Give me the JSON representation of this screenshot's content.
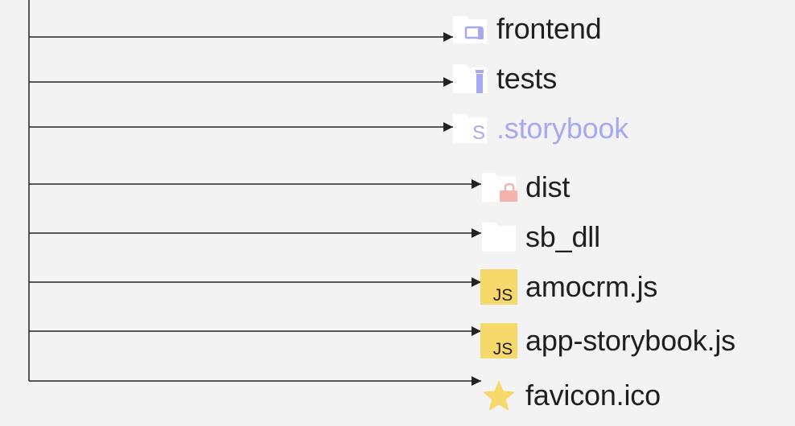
{
  "tree": {
    "items": [
      {
        "label": "frontend",
        "kind": "folder",
        "icon": "folder-frontend-icon",
        "depth": 0,
        "color": "#1f1f1f"
      },
      {
        "label": "tests",
        "kind": "folder",
        "icon": "folder-tests-icon",
        "depth": 0,
        "color": "#1f1f1f"
      },
      {
        "label": ".storybook",
        "kind": "folder",
        "icon": "folder-storybook-icon",
        "depth": 0,
        "color": "#a8a8f0",
        "badge": "S"
      },
      {
        "label": "dist",
        "kind": "folder",
        "icon": "folder-dist-icon",
        "depth": 1,
        "color": "#1f1f1f"
      },
      {
        "label": "sb_dll",
        "kind": "folder",
        "icon": "folder-icon",
        "depth": 1,
        "color": "#1f1f1f"
      },
      {
        "label": "amocrm.js",
        "kind": "file",
        "icon": "javascript-file-icon",
        "depth": 1,
        "color": "#1f1f1f",
        "badge": "JS"
      },
      {
        "label": "app-storybook.js",
        "kind": "file",
        "icon": "javascript-file-icon",
        "depth": 1,
        "color": "#1f1f1f",
        "badge": "JS"
      },
      {
        "label": "favicon.ico",
        "kind": "file",
        "icon": "star-icon",
        "depth": 1,
        "color": "#1f1f1f"
      }
    ]
  },
  "colors": {
    "background": "#f3f3f3",
    "line": "#222222",
    "folder": "#ffffff",
    "accent": "#a8a8f0",
    "js": "#f6d86b",
    "star": "#f6d86b",
    "dist_badge": "#f5b3ae"
  }
}
